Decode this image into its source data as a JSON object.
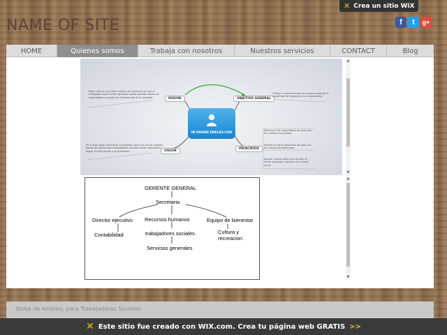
{
  "wix_top_badge": {
    "label": "Crea un sitio WiX"
  },
  "site": {
    "title": "NAME OF SITE"
  },
  "social": {
    "facebook": "f",
    "twitter": "t",
    "google_plus": "g+"
  },
  "nav": {
    "items": [
      {
        "label": "HOME",
        "active": false
      },
      {
        "label": "Quienes somos",
        "active": true
      },
      {
        "label": "Trabaja con nosotros",
        "active": false
      },
      {
        "label": "Nuestros servicios",
        "active": false
      },
      {
        "label": "CONTACT",
        "active": false
      },
      {
        "label": "Blog",
        "active": false
      }
    ]
  },
  "mindmap": {
    "center": "MI PRIMER EMPLEO.COM",
    "nodes": {
      "mision": "MISION",
      "vision": "VISION",
      "objetivo": "OBJETIVO GENERAL",
      "principios": "PRINCIPIOS"
    },
    "texts": {
      "mision": "Poder ofrecer un primer empleo de calidad en el cual el trabajador social recién egresado pueda explotar todas sus capacidades y aportar así al desarrollo de la sociedad.",
      "vision": "En 4 años lograr posicionar la empresa como una de las mejores bolsas de empleo para trabajadores sociales recién egresados y seguir contribuyendo a su formación.",
      "objetivo": "Ofrecer a cada miembro de nuestra empresa la posibilidad de demostrar sus capacidades.",
      "principio1": "Reconocer las capacidades de cada uno de nuestros empleados",
      "principio2": "Permitir el pleno desarrollo de cada uno de nuestros profesionales",
      "principio3": "Aportar nuevas ideas que ayuden al recién egresado a generar un cambio social"
    }
  },
  "org_chart": {
    "gerente": "GERENTE GENERAL",
    "secretaria": "Secretaria",
    "director": "Director ejecutivo",
    "contabilidad": "Contabilidad",
    "rrhh": "Recursos humanos",
    "trabajadores": "trabajadores sociales",
    "servicios": "Servicios generales",
    "bienestar": "Equipo de bienestar",
    "cultura_1": "Cultura y",
    "cultura_2": "recreacion"
  },
  "footer": {
    "text": "Bolsa de empleo, para Trabajadores Sociales."
  },
  "wix_banner": {
    "text": "Este sitio fue creado con WIX.com. Crea tu página web GRATIS",
    "cta": ">>"
  },
  "colors": {
    "nav_active": "#8f8f8f",
    "wix_yellow": "#f5c400",
    "facebook": "#3b5998",
    "twitter": "#1da1f2",
    "google_plus": "#dd4b39"
  }
}
